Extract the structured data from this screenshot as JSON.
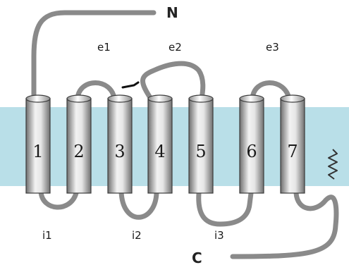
{
  "diagram": {
    "colors": {
      "membrane": "#b9dfe8",
      "chain": "#8a8a8a",
      "cylinder_dark": "#6f6f6f",
      "cylinder_light": "#f2f2f2",
      "outline": "#3c3c3c"
    },
    "terminals": {
      "n": "N",
      "c": "C"
    },
    "helices": [
      {
        "label": "1"
      },
      {
        "label": "2"
      },
      {
        "label": "3"
      },
      {
        "label": "4"
      },
      {
        "label": "5"
      },
      {
        "label": "6"
      },
      {
        "label": "7"
      }
    ],
    "extracellular_loops": [
      {
        "label": "e1"
      },
      {
        "label": "e2"
      },
      {
        "label": "e3"
      }
    ],
    "intracellular_loops": [
      {
        "label": "i1"
      },
      {
        "label": "i2"
      },
      {
        "label": "i3"
      }
    ]
  }
}
